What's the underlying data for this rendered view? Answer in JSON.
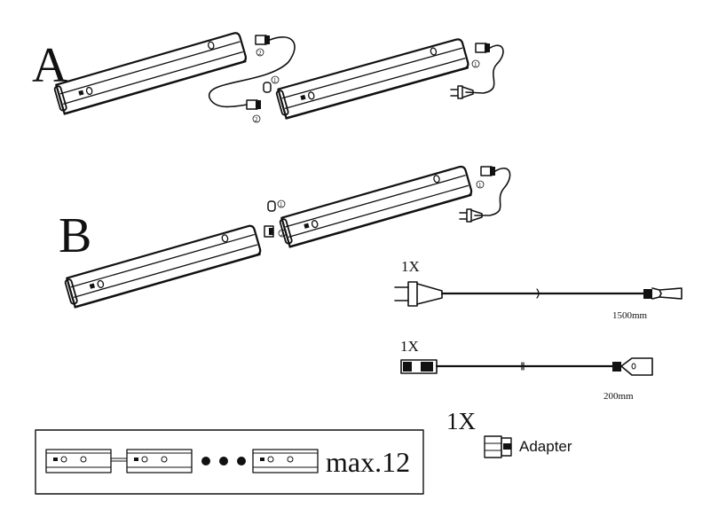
{
  "labels": {
    "section_a": "A",
    "section_b": "B",
    "step_1": "1",
    "step_2": "2"
  },
  "power_cable": {
    "quantity": "1X",
    "length": "1500mm"
  },
  "link_cable": {
    "quantity": "1X",
    "length": "200mm"
  },
  "adapter": {
    "quantity": "1X",
    "label": "Adapter"
  },
  "chain_box": {
    "max_label": "max.12"
  },
  "colors": {
    "ink": "#111111",
    "background": "#ffffff"
  }
}
